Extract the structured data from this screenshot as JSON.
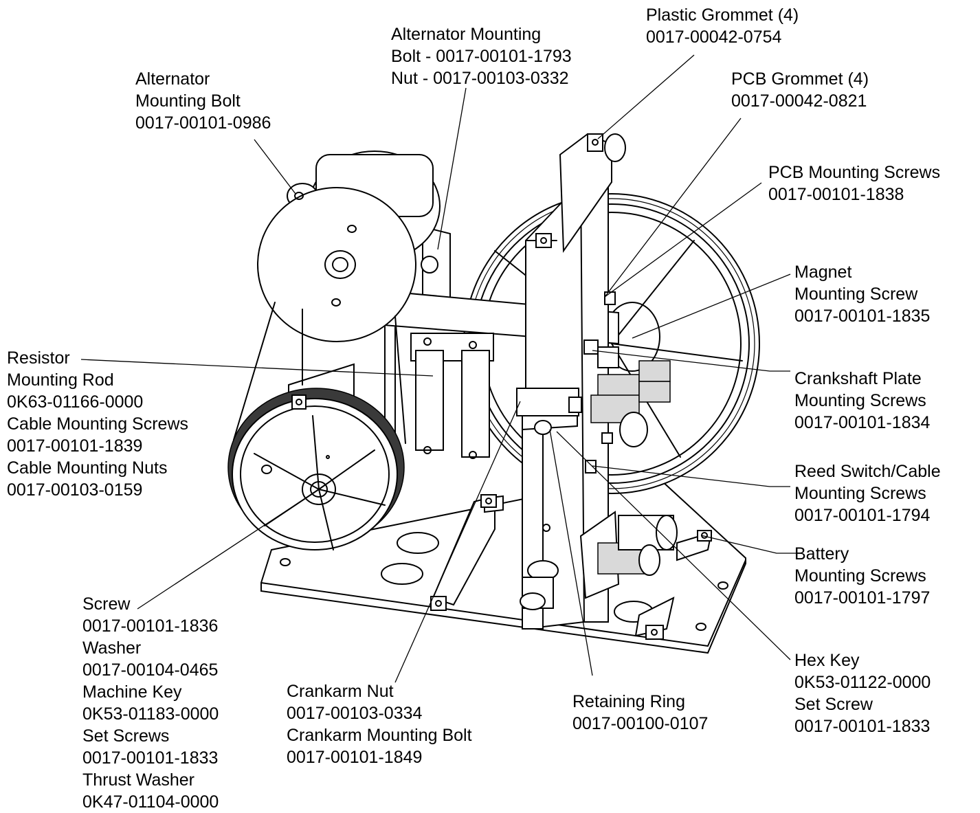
{
  "callouts": {
    "plastic_grommet": [
      "Plastic Grommet (4)",
      "0017-00042-0754"
    ],
    "alt_mount_bolt_nut": [
      "Alternator Mounting",
      "Bolt - 0017-00101-1793",
      "Nut - 0017-00103-0332"
    ],
    "alt_mount_bolt": [
      "Alternator",
      "Mounting Bolt",
      "0017-00101-0986"
    ],
    "pcb_grommet": [
      "PCB Grommet (4)",
      "0017-00042-0821"
    ],
    "pcb_screws": [
      "PCB Mounting Screws",
      "0017-00101-1838"
    ],
    "magnet_screw": [
      "Magnet",
      "Mounting Screw",
      "0017-00101-1835"
    ],
    "crankshaft_plate": [
      "Crankshaft Plate",
      "Mounting Screws",
      "0017-00101-1834"
    ],
    "resistor_rod": [
      "Resistor",
      "Mounting Rod",
      "0K63-01166-0000",
      "Cable Mounting Screws",
      "0017-00101-1839",
      "Cable Mounting Nuts",
      "0017-00103-0159"
    ],
    "reed_switch": [
      "Reed Switch/Cable",
      "Mounting Screws",
      "0017-00101-1794"
    ],
    "battery": [
      "Battery",
      "Mounting Screws",
      "0017-00101-1797"
    ],
    "screw_washer": [
      "Screw",
      "0017-00101-1836",
      "Washer",
      "0017-00104-0465",
      "Machine Key",
      "0K53-01183-0000",
      "Set Screws",
      "0017-00101-1833",
      "Thrust Washer",
      "0K47-01104-0000"
    ],
    "crankarm": [
      "Crankarm Nut",
      "0017-00103-0334",
      "Crankarm Mounting Bolt",
      "0017-00101-1849"
    ],
    "retaining_ring": [
      "Retaining Ring",
      "0017-00100-0107"
    ],
    "hex_key": [
      "Hex Key",
      "0K53-01122-0000",
      "Set Screw",
      "0017-00101-1833"
    ]
  }
}
